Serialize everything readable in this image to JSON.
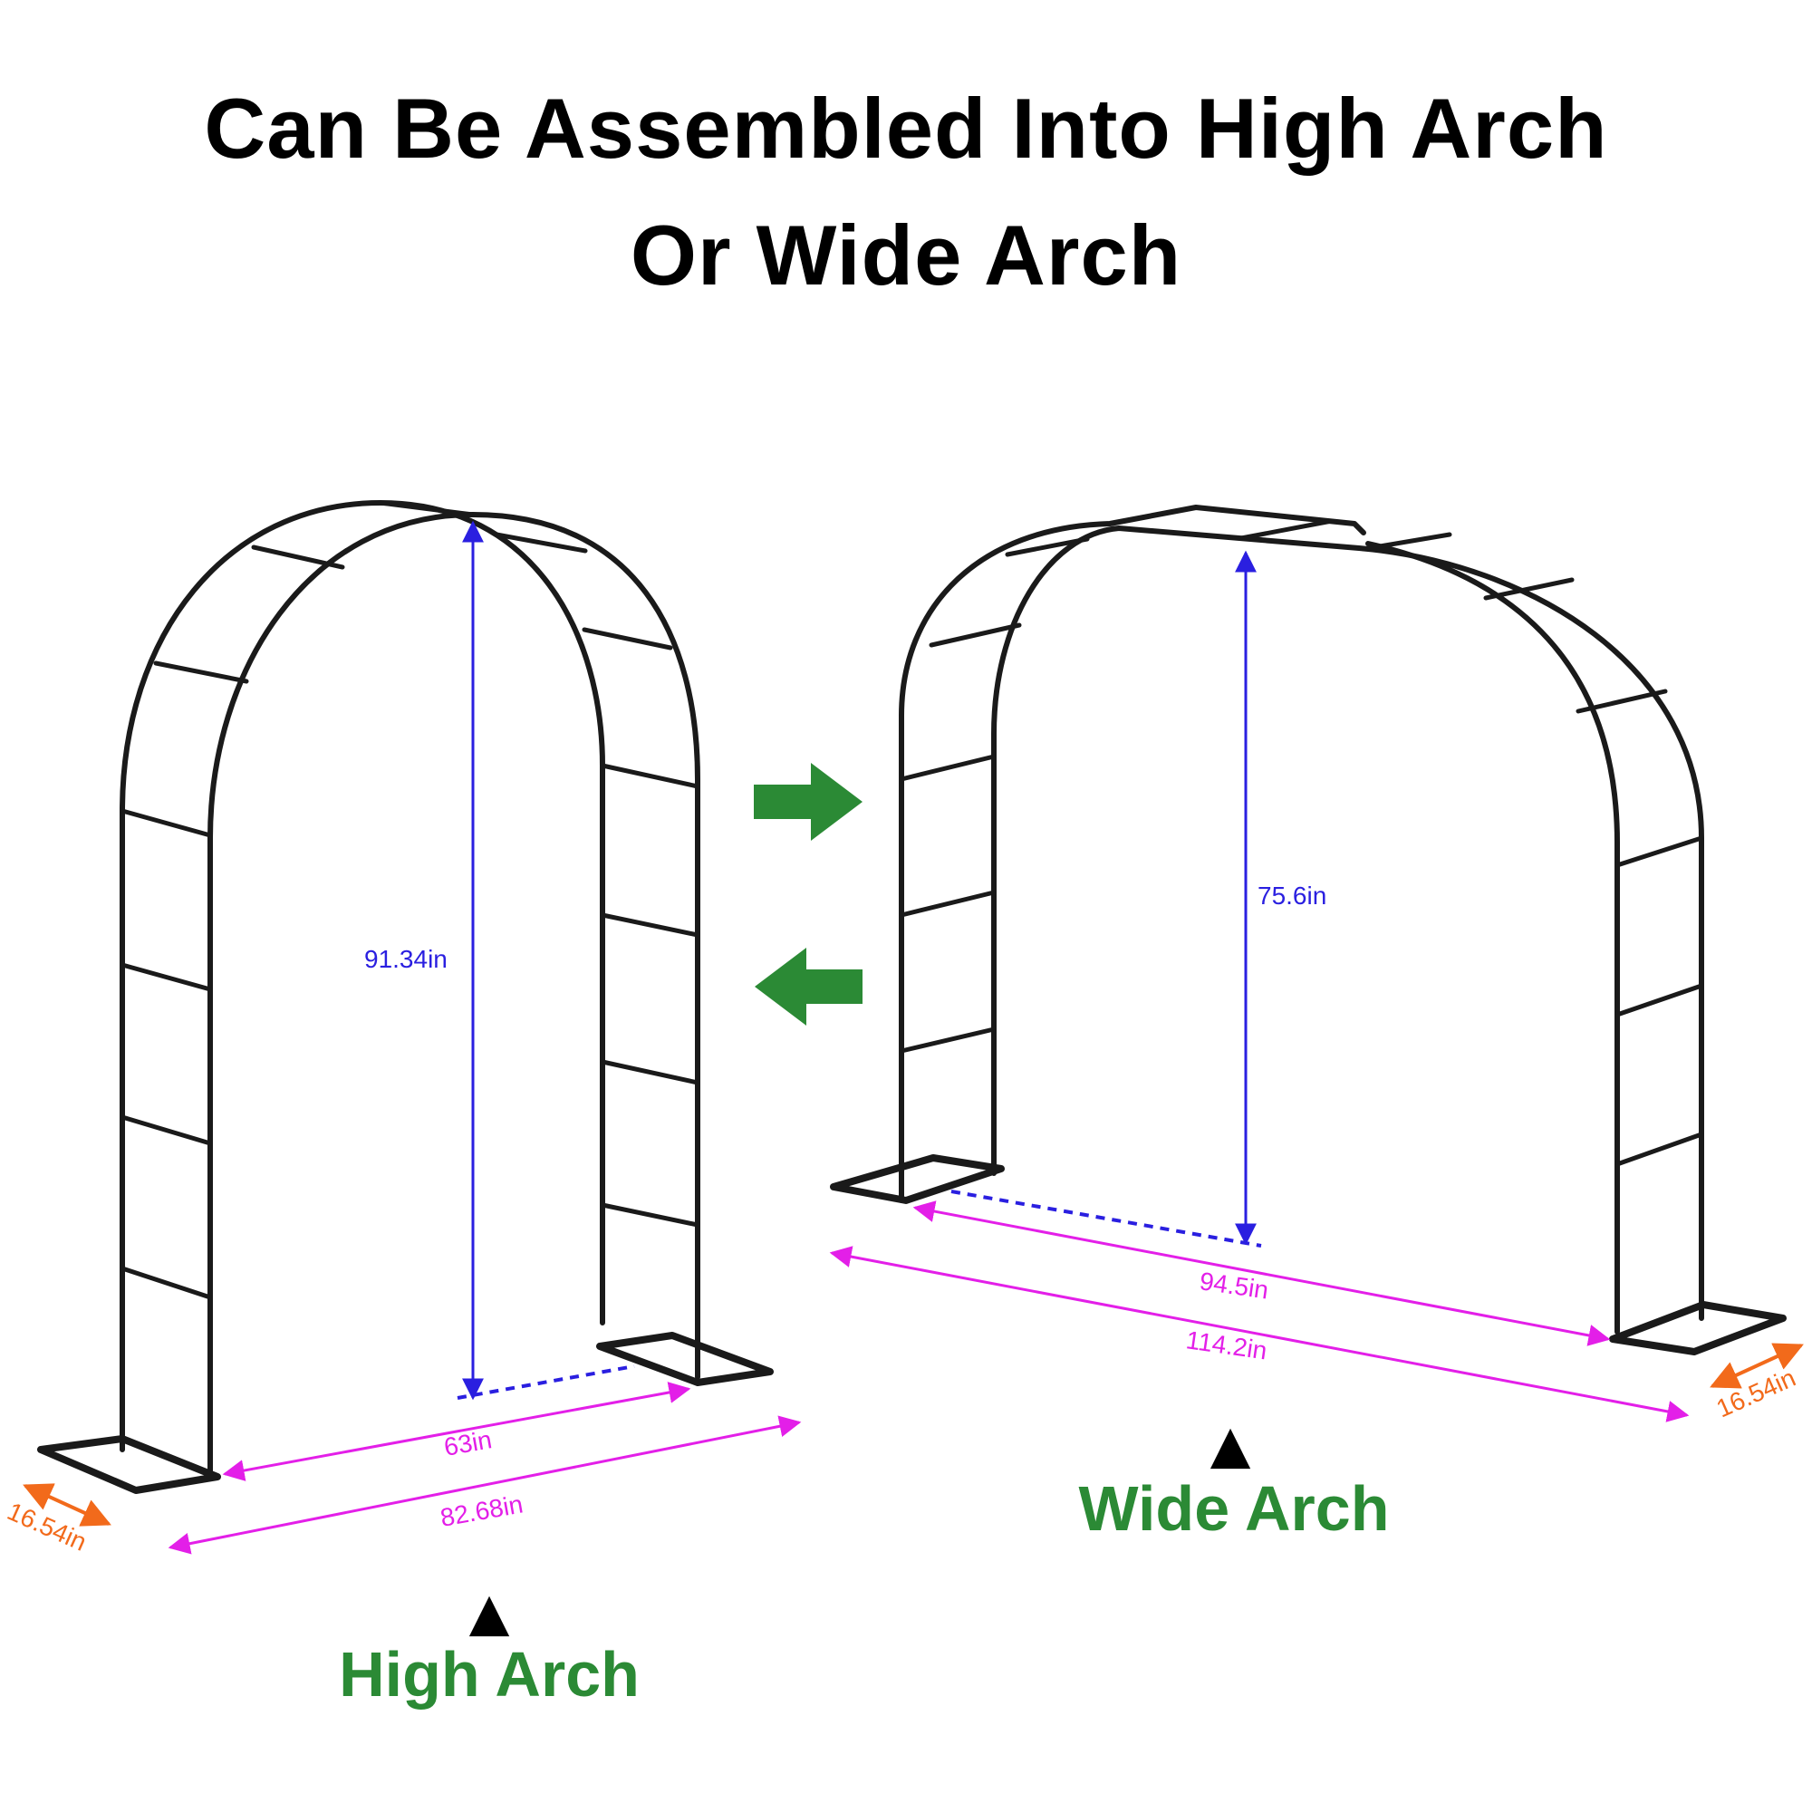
{
  "title": {
    "line1": "Can Be Assembled Into High Arch",
    "line2": "Or Wide Arch"
  },
  "colors": {
    "frame": "#1a1a1a",
    "height_dim": "#2a1fe0",
    "width_dim": "#e31fe8",
    "depth_dim": "#f26a1b",
    "accent_green": "#2b8a35"
  },
  "high_arch": {
    "caption": "High Arch",
    "marker": "▲",
    "height": "91.34in",
    "inner_width": "63in",
    "outer_width": "82.68in",
    "depth": "16.54in"
  },
  "wide_arch": {
    "caption": "Wide Arch",
    "marker": "▲",
    "height": "75.6in",
    "inner_width": "94.5in",
    "outer_width": "114.2in",
    "depth": "16.54in"
  },
  "icons": {
    "convert_right": "arrow-right-icon",
    "convert_left": "arrow-left-icon"
  }
}
